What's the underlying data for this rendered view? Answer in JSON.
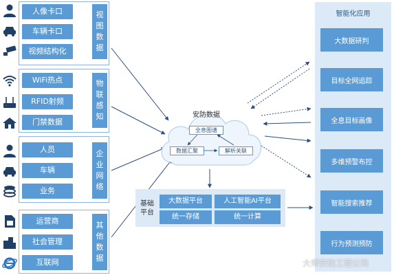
{
  "sources": {
    "groups": [
      {
        "category": [
          "视",
          "图",
          "数",
          "据"
        ],
        "items": [
          {
            "icon": "person-icon",
            "label": "人像卡口"
          },
          {
            "icon": "car-icon",
            "label": "车辆卡口"
          },
          {
            "icon": "camera-icon",
            "label": "视频结构化"
          }
        ]
      },
      {
        "category": [
          "物",
          "联",
          "感",
          "知"
        ],
        "items": [
          {
            "icon": "wifi-icon",
            "label": "WiFi热点"
          },
          {
            "icon": "router-icon",
            "label": "RFID射频"
          },
          {
            "icon": "house-icon",
            "label": "门禁数据"
          }
        ]
      },
      {
        "category": [
          "企",
          "业",
          "网",
          "络"
        ],
        "items": [
          {
            "icon": "person-icon",
            "label": "人员"
          },
          {
            "icon": "car-icon",
            "label": "车辆"
          },
          {
            "icon": "layers-icon",
            "label": "业务"
          }
        ]
      },
      {
        "category": [
          "其",
          "他",
          "数",
          "据"
        ],
        "items": [
          {
            "icon": "sim-card-icon",
            "label": "运营商"
          },
          {
            "icon": "buildings-icon",
            "label": "社会管理"
          },
          {
            "icon": "internet-explorer-icon",
            "label": "互联网"
          }
        ]
      }
    ]
  },
  "cloud": {
    "title": "安防数据",
    "nodes": [
      "全息图谱",
      "数据汇聚",
      "解析关联"
    ]
  },
  "platform": {
    "label_line1": "基础",
    "label_line2": "平台",
    "boxes": [
      "大数据平台",
      "人工智能AI平台",
      "统一存储",
      "统一计算"
    ]
  },
  "applications": {
    "title": "智能化应用",
    "items": [
      "大数据研判",
      "目标全网追踪",
      "全息目标画像",
      "多维预警布控",
      "智能搜索推荐",
      "行为预测预防"
    ]
  },
  "watermark": "大师安防工程公司",
  "colors": {
    "box_blue": "#5b9bd5",
    "panel_light": "#dce9f6",
    "arrow": "#2b4f7e",
    "icon_dark": "#1f3f66"
  }
}
